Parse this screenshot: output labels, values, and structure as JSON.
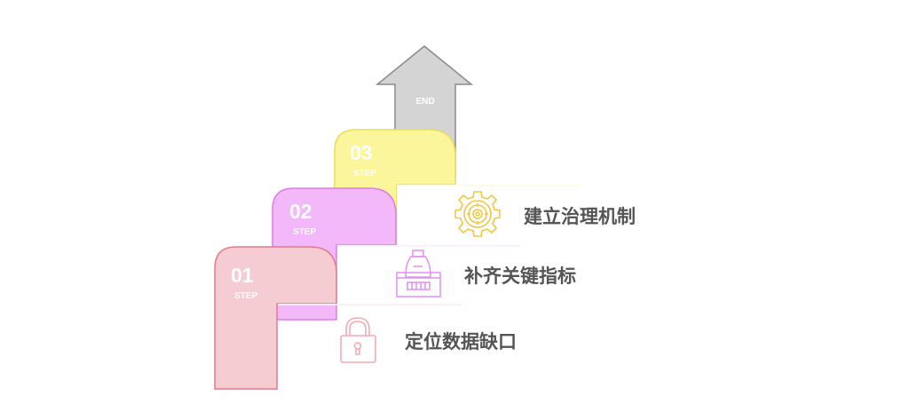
{
  "arrow": {
    "label": "END",
    "color": "#d4d4d4"
  },
  "steps": [
    {
      "number": "01",
      "step_label": "STEP",
      "text": "定位数据缺口",
      "icon": "lock-icon",
      "fill": "#f5ccd2",
      "stroke": "#e6798c",
      "icon_color": "#f4aab6"
    },
    {
      "number": "02",
      "step_label": "STEP",
      "text": "补齐关键指标",
      "icon": "building-icon",
      "fill": "#f3b8fa",
      "stroke": "#dc7ce8",
      "icon_color": "#e48ef5"
    },
    {
      "number": "03",
      "step_label": "STEP",
      "text": "建立治理机制",
      "icon": "gear-icon",
      "fill": "#fbf59c",
      "stroke": "#efdb58",
      "icon_color": "#f3c643"
    }
  ]
}
